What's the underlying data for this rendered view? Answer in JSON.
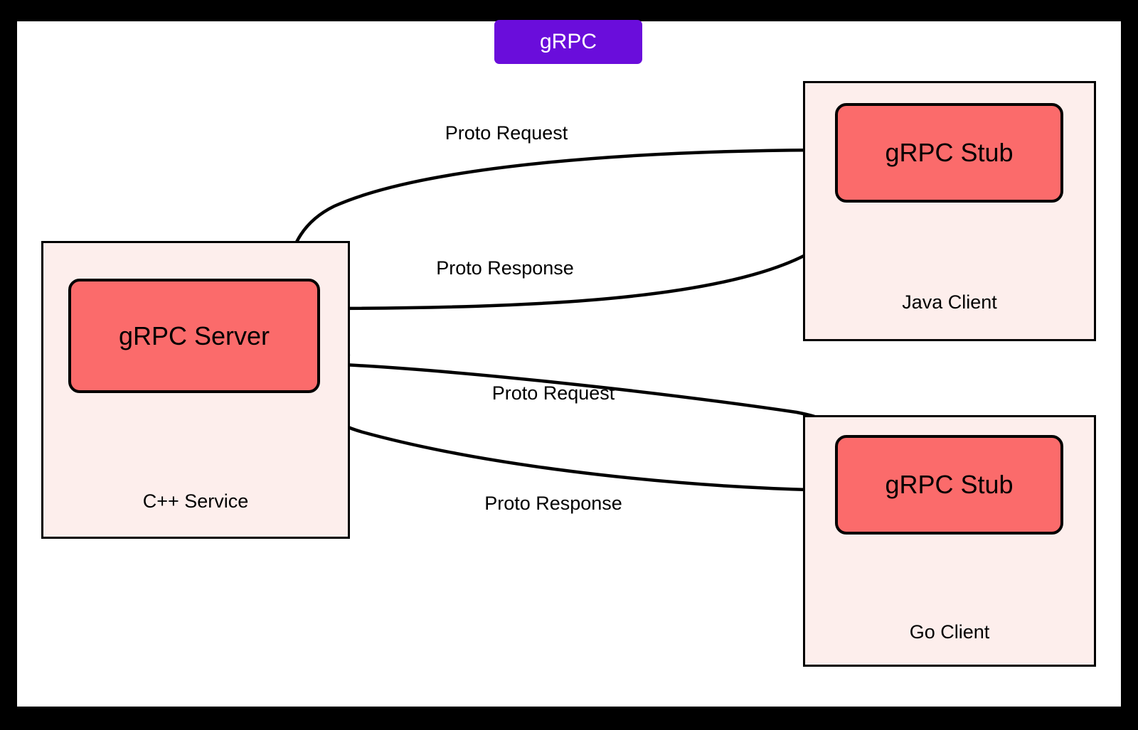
{
  "diagram": {
    "title": "gRPC",
    "type": "architecture-flow",
    "colors": {
      "title_badge_bg": "#6a0ddb",
      "title_badge_text": "#ffffff",
      "container_fill": "#fdeeec",
      "node_fill": "#fb6b6b",
      "stroke": "#000000",
      "page_bg": "#ffffff",
      "frame_bg": "#000000"
    },
    "containers": [
      {
        "id": "cpp-service",
        "label": "C++ Service",
        "node_label": "gRPC Server"
      },
      {
        "id": "java-client",
        "label": "Java Client",
        "node_label": "gRPC Stub"
      },
      {
        "id": "go-client",
        "label": "Go Client",
        "node_label": "gRPC Stub"
      }
    ],
    "edges": [
      {
        "id": "java-request",
        "label": "Proto Request",
        "from": "java-client",
        "to": "cpp-service"
      },
      {
        "id": "java-response",
        "label": "Proto Response",
        "from": "cpp-service",
        "to": "java-client"
      },
      {
        "id": "go-request",
        "label": "Proto Request",
        "from": "go-client",
        "to": "cpp-service"
      },
      {
        "id": "go-response",
        "label": "Proto Response",
        "from": "cpp-service",
        "to": "go-client"
      }
    ]
  }
}
